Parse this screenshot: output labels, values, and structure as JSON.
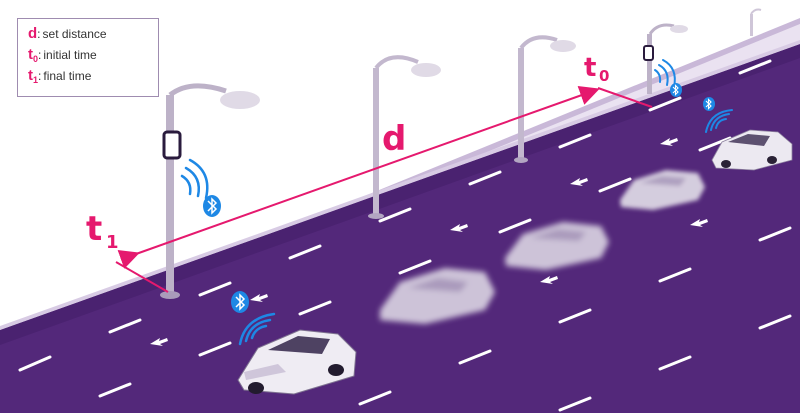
{
  "legend": {
    "d_symbol": "d",
    "d_text": "set distance",
    "t0_symbol": "t",
    "t0_sub": "0",
    "t0_text": "initial time",
    "t1_symbol": "t",
    "t1_sub": "1",
    "t1_text": "final time",
    "separator": ":"
  },
  "labels": {
    "d": "d",
    "t0_main": "t",
    "t0_sub": "0",
    "t1_main": "t",
    "t1_sub": "1"
  },
  "colors": {
    "road": "#53287a",
    "road_side": "#c9b8d8",
    "sidewalk": "#eae2f1",
    "accent": "#e5196e",
    "signal": "#1e88e5",
    "lane_marking": "#ffffff",
    "car": "#e9e6ee"
  },
  "icons": [
    "bluetooth-icon",
    "wifi-signal-icon",
    "street-lamp-icon",
    "car-icon",
    "sensor-box-icon"
  ]
}
